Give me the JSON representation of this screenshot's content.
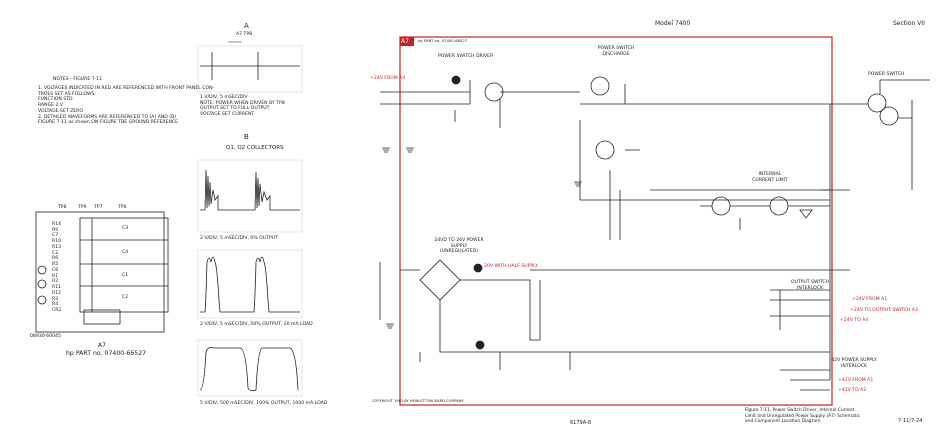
{
  "header": {
    "model": "Model 7400",
    "section": "Section VII"
  },
  "notes": {
    "title": "NOTES - FIGURE 7-11",
    "items": [
      "1. VOLTAGES INDICATED IN RED ARE REFERENCED WITH FRONT PANEL CON-",
      "   TROLS SET AS FOLLOWS:",
      "     FUNCTION          STD",
      "     RANGE             2 V",
      "     VOLTAGE SET       ZERO",
      "2. DETAILED WAVEFORMS ARE REFERENCED TO (A) AND (B)",
      "   FIGURE 7-11 as shown ON FIGURE TBE GROUND REFERENCE"
    ]
  },
  "waveforms": [
    {
      "marker": "A",
      "title": "A7 TP8",
      "caption": "1 V/DIV, 5 mSEC/DIV\nNOTE: POWER WHEN DRIVEN BY TP8\nOUTPUT SET TO FULL OUTPUT\nVOLTAGE SET CURRENT"
    },
    {
      "marker": "B",
      "title": "Q1, Q2 COLLECTORS",
      "caption": "2 V/DIV, 5 mSEC/DIV, 0% OUTPUT"
    },
    {
      "marker": "",
      "title": "",
      "caption": "2 V/DIV, 5 mSEC/DIV, 50% OUTPUT, 20 mA LOAD"
    },
    {
      "marker": "",
      "title": "",
      "caption": "5 V/DIV, 500 mSEC/DIV, 100% OUTPUT, 1000 mA LOAD"
    }
  ],
  "board": {
    "left_labels": [
      "R14",
      "R9",
      "C7",
      "R10",
      "R13",
      "C2",
      "R6",
      "R5",
      "C6",
      "R1",
      "R2",
      "R11",
      "R12",
      "R3",
      "R4",
      "CR2"
    ],
    "blocks": [
      "C3",
      "C4",
      "C1",
      "C2"
    ],
    "tp_labels": [
      "TP8",
      "TP9",
      "TP7",
      "TP6"
    ],
    "caption": "A7",
    "part_no": "hp PART no. 07400-66527",
    "code": "08930-60045"
  },
  "schematic": {
    "board_tag": "A7",
    "board_part": "hp PART no. 07400-66527",
    "sections": {
      "driver": "POWER SWITCH DRIVER",
      "discharge": "POWER SWITCH DISCHARGE",
      "power_switch": "POWER SWITCH",
      "current_limit": "INTERNAL CURRENT LIMIT",
      "supply": "24VD TO 26V POWER SUPPLY (UNREGULATED)",
      "interlock": "OUTPUT SWITCH INTERLOCK",
      "supply_interlock": "42V POWER SUPPLY INTERLOCK"
    },
    "red_labels": [
      "+24V FROM A4",
      "+24V TO OUTPUT SWITCH A3",
      "+42V FROM A1",
      "+42V TO A2",
      "+24V FROM A1",
      "+24V TO A4",
      "20V WITH HALF SUPPLY"
    ],
    "copyright": "COPYRIGHT 1962 BY HEWLETT-PACKARD COMPANY",
    "figure_caption": "Figure 7-11. Power Switch Driver, Internal Current Limit and Unregulated Power Supply (A7) Schematic and Component Location Diagram",
    "footer_code": "6179A-8",
    "page": "7-11/7-24"
  },
  "colors": {
    "ink": "#222222",
    "red": "#c8201e",
    "paper": "#ffffff"
  }
}
